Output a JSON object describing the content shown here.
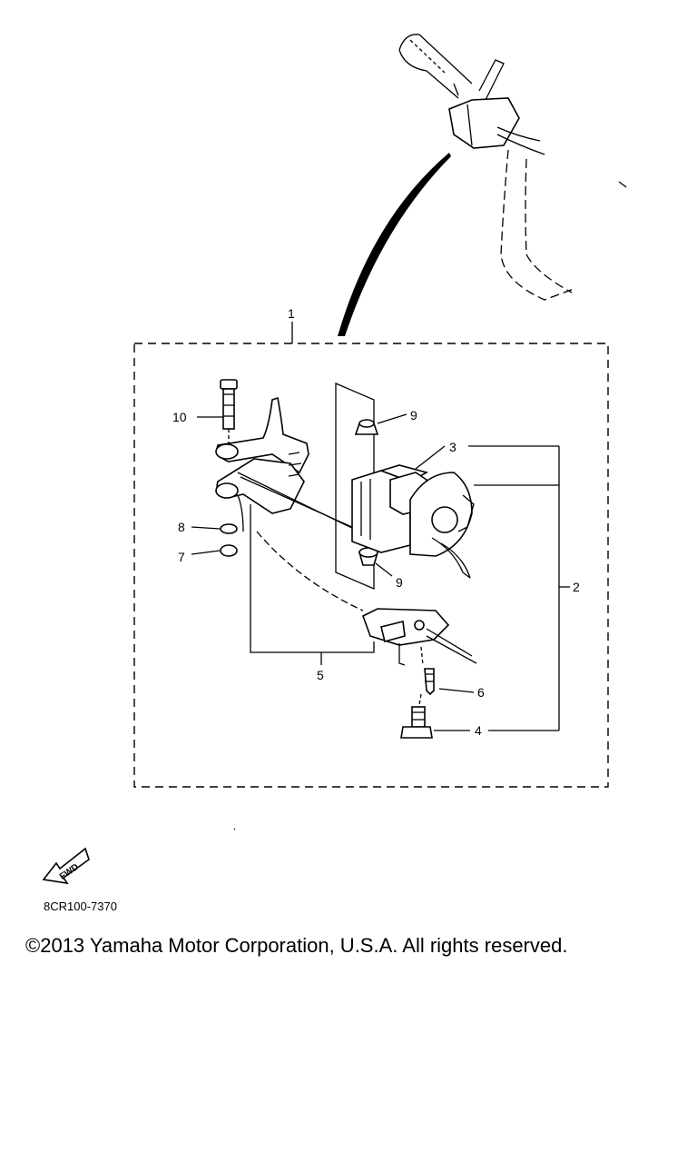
{
  "callouts": {
    "c1": "1",
    "c2": "2",
    "c3": "3",
    "c4": "4",
    "c5": "5",
    "c6": "6",
    "c7": "7",
    "c8": "8",
    "c9a": "9",
    "c9b": "9",
    "c10": "10"
  },
  "fwd_badge": "FWD",
  "drawing_code": "8CR100-7370",
  "copyright": "©2013 Yamaha Motor Corporation, U.S.A. All rights reserved."
}
